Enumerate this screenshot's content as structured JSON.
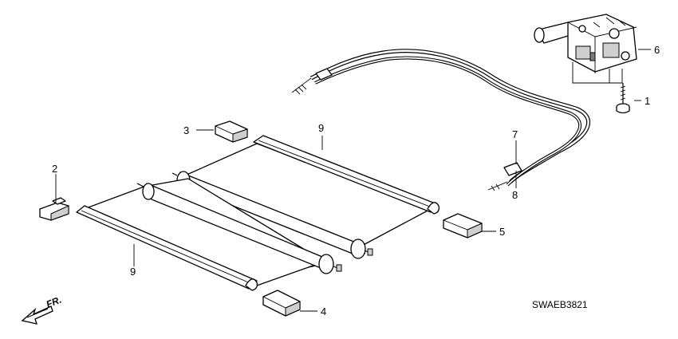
{
  "diagram": {
    "code": "SWAEB3821",
    "front_label": "FR.",
    "callouts": {
      "c1": "1",
      "c2": "2",
      "c3": "3",
      "c4": "4",
      "c5": "5",
      "c6": "6",
      "c7": "7",
      "c8": "8",
      "c9_top": "9",
      "c9_bottom": "9"
    }
  }
}
